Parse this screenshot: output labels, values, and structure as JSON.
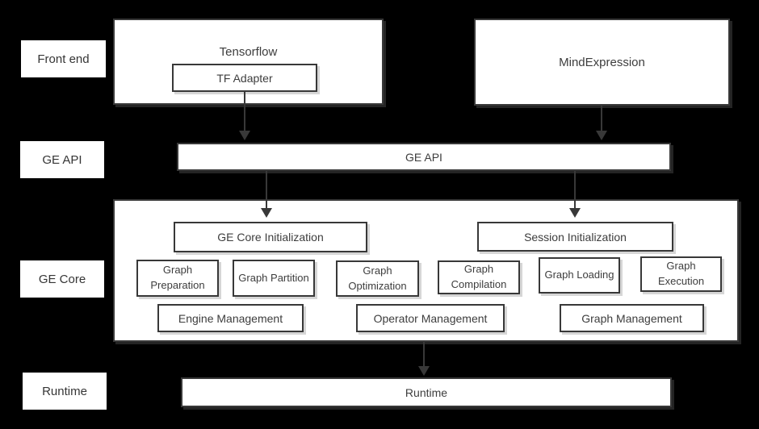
{
  "row_labels": {
    "front_end": "Front end",
    "ge_api": "GE API",
    "ge_core": "GE Core",
    "runtime": "Runtime"
  },
  "front_end": {
    "tensorflow_title": "Tensorflow",
    "tf_adapter": "TF Adapter",
    "mindexpression": "MindExpression"
  },
  "ge_api": {
    "bar_label": "GE API"
  },
  "ge_core": {
    "init_label": "GE Core Initialization",
    "session_init_label": "Session Initialization",
    "modules": [
      "Graph Preparation",
      "Graph Partition",
      "Graph Optimization",
      "Graph Compilation",
      "Graph Loading",
      "Graph Execution"
    ],
    "management": [
      "Engine Management",
      "Operator Management",
      "Graph Management"
    ]
  },
  "runtime": {
    "bar_label": "Runtime"
  },
  "colors": {
    "background": "#000000",
    "box_fill": "#ffffff",
    "box_border": "#383838",
    "text": "#3d3d3d",
    "arrow": "#383838"
  }
}
